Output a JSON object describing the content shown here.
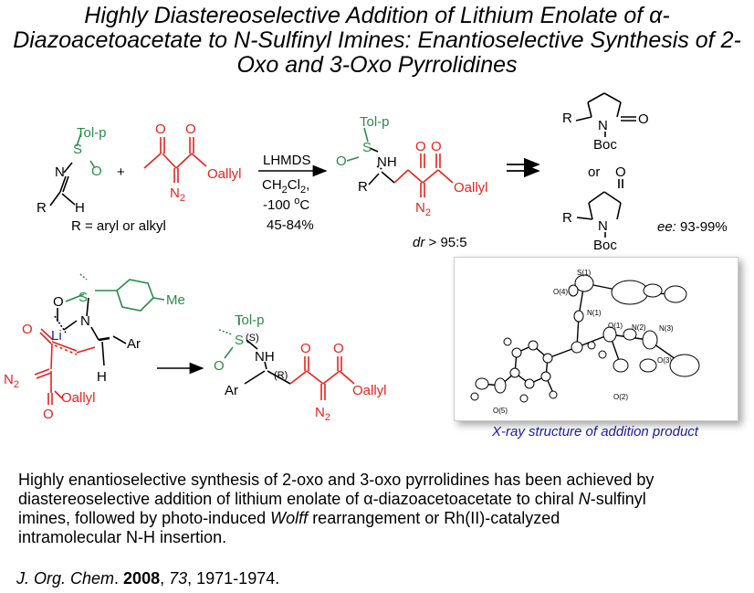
{
  "title": {
    "line1": "Highly Diastereoselective Addition of Lithium Enolate of α-",
    "line2": "Diazoacetoacetate to N-Sulfinyl Imines: Enantioselective Synthesis of 2-",
    "line3": "Oxo and 3-Oxo Pyrrolidines"
  },
  "scheme": {
    "tolp": "Tol-p",
    "N": "N",
    "S": "S",
    "O": "O",
    "R": "R",
    "H": "H",
    "NH": "NH",
    "N2": "N",
    "N2_sub": "2",
    "plus": "+",
    "oallyl": "Oallyl",
    "r_def": "R = aryl or alkyl",
    "reagent1": "LHMDS",
    "reagent2_pre": "CH",
    "reagent2_sub1": "2",
    "reagent2_mid": "Cl",
    "reagent2_sub2": "2",
    "reagent2_post": ",",
    "reagent3_pre": "-100 ",
    "reagent3_sup": "o",
    "reagent3_post": "C",
    "yield": "45-84%",
    "dr_label": "dr",
    "dr_value": " > 95:5",
    "or": "or",
    "boc": "Boc",
    "ee_label": "ee:",
    "ee_value": " 93-99%",
    "Li": "Li",
    "Ar": "Ar",
    "Me": "Me",
    "S_config": "(S)",
    "R_config": "(R)"
  },
  "xray": {
    "caption": "X-ray structure of addition product",
    "labels": [
      "S(1)",
      "O(4)",
      "N(1)",
      "O(1)",
      "N(2)",
      "N(3)",
      "O(3)",
      "O(2)",
      "O(5)"
    ]
  },
  "summary": {
    "l1": "Highly enantioselective synthesis of 2-oxo and 3-oxo pyrrolidines has been achieved by",
    "l2a": "diastereoselective addition of lithium enolate of ",
    "alpha": "α",
    "l2b": "-diazoacetoacetate to chiral ",
    "l2c": "N",
    "l2d": "-sulfinyl",
    "l3a": "imines, followed by photo-induced ",
    "l3b": "Wolff",
    "l3c": " rearrangement or Rh(II)-catalyzed",
    "l4": "intramolecular N-H insertion."
  },
  "citation": {
    "journal": "J. Org. Chem",
    "sep": ". ",
    "year": "2008",
    "comma1": ", ",
    "volume": "73",
    "pages": ", 1971-1974."
  },
  "colors": {
    "green": "#2b8a4a",
    "red": "#e8231b",
    "blue": "#1a1aa6",
    "black": "#000000"
  }
}
